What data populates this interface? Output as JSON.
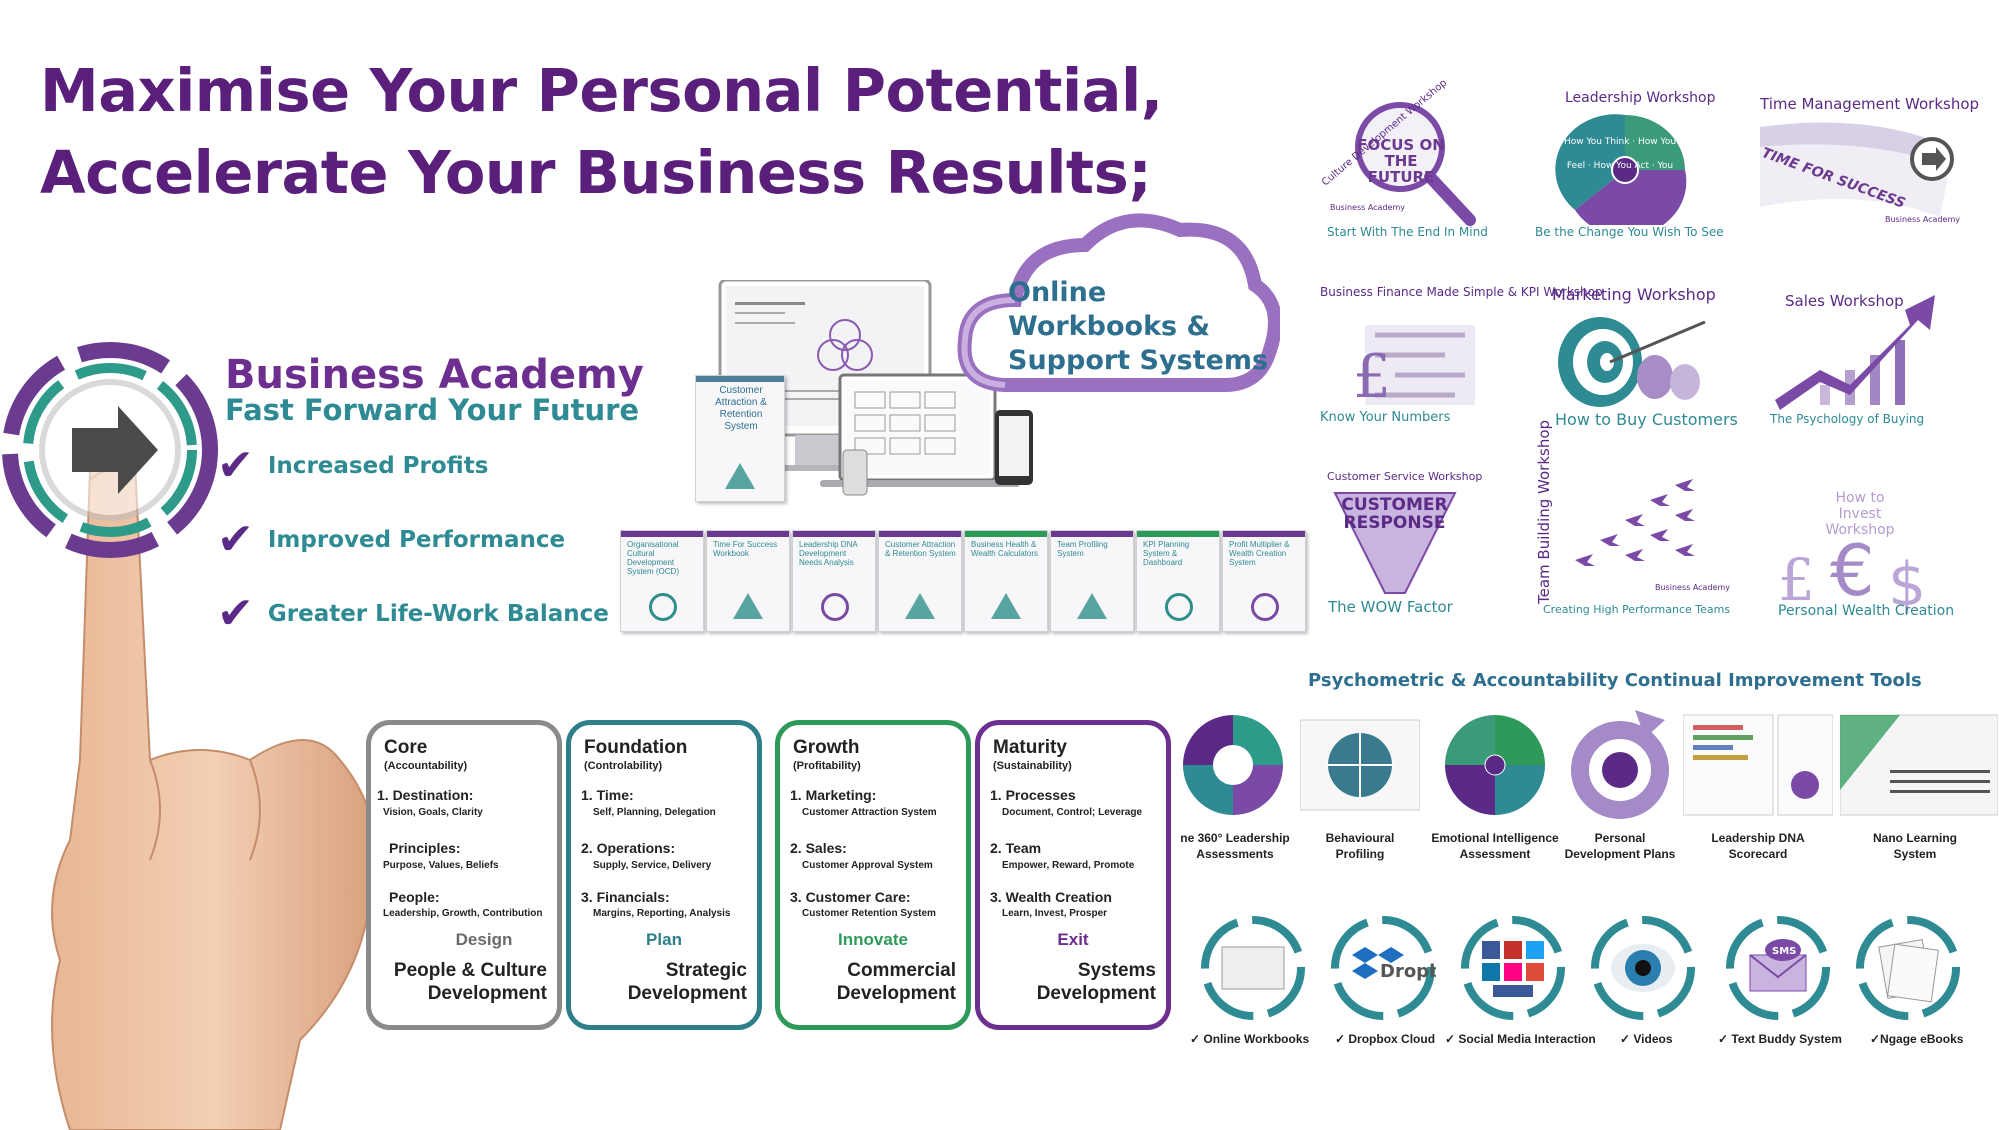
{
  "headline": {
    "line1": "Maximise Your Personal Potential,",
    "line2": "Accelerate Your Business Results;"
  },
  "brand": {
    "title": "Business Academy",
    "subtitle": "Fast Forward Your Future",
    "benefits": [
      "Increased Profits",
      "Improved Performance",
      "Greater Life-Work Balance"
    ]
  },
  "cloud": {
    "line1": "Online",
    "line2": "Workbooks &",
    "line3": "Support Systems"
  },
  "box_label": "Customer Attraction & Retention System",
  "workbooks": [
    "Organisational Cultural Development System (OCD)",
    "Time For Success Workbook",
    "Leadership DNA Development Needs Analysis",
    "Customer Attraction & Retention System",
    "Business Health & Wealth Calculators",
    "Team Profiling System",
    "KPI Planning System & Dashboard",
    "Profit Multiplier & Wealth Creation System"
  ],
  "workshops": [
    {
      "title": "Culture Development Workshop",
      "center": "FOCUS ON THE FUTURE",
      "sub": "Start With The End In Mind"
    },
    {
      "title": "Leadership Workshop",
      "center": "How You Think · How You Feel · How You Act · You",
      "sub": "Be the Change You Wish To See"
    },
    {
      "title": "Time Management Workshop",
      "center": "TIME FOR SUCCESS",
      "sub": ""
    },
    {
      "title": "Business Finance Made Simple & KPI Workshop",
      "center": "",
      "sub": "Know Your Numbers"
    },
    {
      "title": "Marketing Workshop",
      "center": "",
      "sub": "How to Buy Customers"
    },
    {
      "title": "Sales Workshop",
      "center": "",
      "sub": "The Psychology of Buying"
    },
    {
      "title": "Customer Service Workshop",
      "center": "CUSTOMER RESPONSE",
      "sub": "The WOW Factor"
    },
    {
      "title": "Team Building Workshop",
      "center": "",
      "sub": "Creating High Performance Teams"
    },
    {
      "title": "How to Invest Workshop",
      "center": "",
      "sub": "Personal Wealth Creation"
    }
  ],
  "academy_tag": "Business Academy",
  "pillars": [
    {
      "title": "Core",
      "subtitle": "(Accountability)",
      "items": [
        {
          "label": "1. Destination:",
          "desc": "Vision, Goals, Clarity"
        },
        {
          "label": "Principles:",
          "desc": "Purpose, Values, Beliefs"
        },
        {
          "label": "People:",
          "desc": "Leadership, Growth, Contribution"
        }
      ],
      "phase": "Design",
      "dev1": "People & Culture",
      "dev2": "Development"
    },
    {
      "title": "Foundation",
      "subtitle": "(Controlability)",
      "items": [
        {
          "label": "1. Time:",
          "desc": "Self, Planning, Delegation"
        },
        {
          "label": "2. Operations:",
          "desc": "Supply, Service, Delivery"
        },
        {
          "label": "3. Financials:",
          "desc": "Margins, Reporting, Analysis"
        }
      ],
      "phase": "Plan",
      "dev1": "Strategic",
      "dev2": "Development"
    },
    {
      "title": "Growth",
      "subtitle": "(Profitability)",
      "items": [
        {
          "label": "1. Marketing:",
          "desc": "Customer Attraction System"
        },
        {
          "label": "2. Sales:",
          "desc": "Customer Approval System"
        },
        {
          "label": "3. Customer Care:",
          "desc": "Customer Retention System"
        }
      ],
      "phase": "Innovate",
      "dev1": "Commercial",
      "dev2": "Development"
    },
    {
      "title": "Maturity",
      "subtitle": "(Sustainability)",
      "items": [
        {
          "label": "1. Processes",
          "desc": "Document, Control; Leverage"
        },
        {
          "label": "2. Team",
          "desc": "Empower, Reward, Promote"
        },
        {
          "label": "3. Wealth Creation",
          "desc": "Learn, Invest, Prosper"
        }
      ],
      "phase": "Exit",
      "dev1": "Systems",
      "dev2": "Development"
    }
  ],
  "tools": {
    "heading": "Psychometric & Accountability Continual Improvement Tools",
    "items": [
      {
        "l1": "ne 360° Leadership",
        "l2": "Assessments"
      },
      {
        "l1": "Behavioural",
        "l2": "Profiling"
      },
      {
        "l1": "Emotional Intelligence",
        "l2": "Assessment"
      },
      {
        "l1": "Personal",
        "l2": "Development Plans"
      },
      {
        "l1": "Leadership DNA",
        "l2": "Scorecard"
      },
      {
        "l1": "Nano Learning",
        "l2": "System"
      }
    ]
  },
  "media": [
    "✓ Online Workbooks",
    "✓ Dropbox Cloud",
    "✓ Social Media Interaction",
    "✓ Videos",
    "✓ Text Buddy System",
    "✓Ngage eBooks"
  ],
  "media_marks": {
    "dropbox": "Dropbox",
    "sms": "SMS"
  },
  "colors": {
    "purple": "#5a1f7a",
    "teal": "#2e8a93",
    "green": "#2e9a5a",
    "grey": "#888888"
  }
}
